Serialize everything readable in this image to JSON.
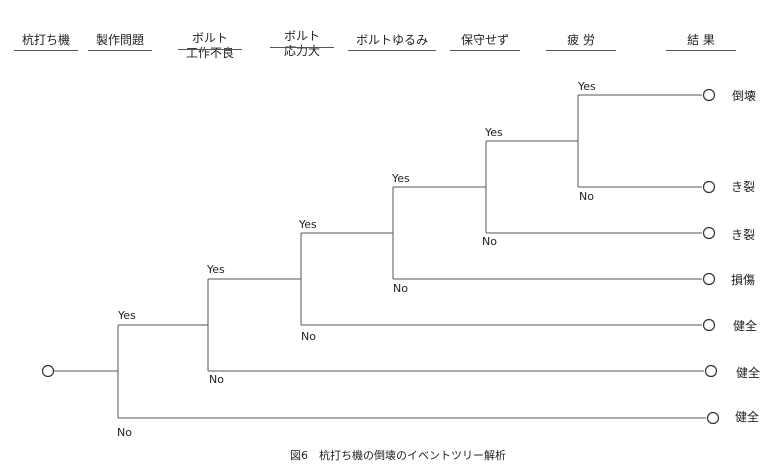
{
  "headers": [
    "杭打ち機",
    "製作問題",
    "ボルト\n工作不良",
    "ボルト\n応力大",
    "ボルトゆるみ",
    "保守せず",
    "疲 労",
    "結 果"
  ],
  "branch_labels": {
    "yes": "Yes",
    "no": "No"
  },
  "results": [
    "倒壊",
    "き裂",
    "き裂",
    "損傷",
    "健全",
    "健全",
    "健全"
  ],
  "caption": "図6　杭打ち機の倒壊のイベントツリー解析"
}
